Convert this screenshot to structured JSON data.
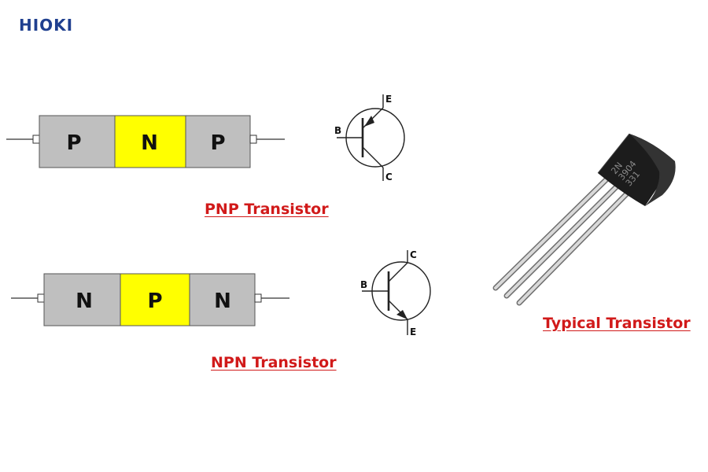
{
  "logo": "HIOKI",
  "pnp": {
    "layers": [
      "P",
      "N",
      "P"
    ],
    "pins": {
      "base": "B",
      "emitter": "E",
      "collector": "C"
    },
    "caption": "PNP Transistor"
  },
  "npn": {
    "layers": [
      "N",
      "P",
      "N"
    ],
    "pins": {
      "base": "B",
      "emitter": "E",
      "collector": "C"
    },
    "caption": "NPN Transistor"
  },
  "package": {
    "marking": [
      "2N",
      "3904",
      "331"
    ],
    "caption": "Typical Transistor"
  },
  "colors": {
    "p_layer_gray": "#bfbfbf",
    "yellow_layer": "#ffff00",
    "caption_red": "#d11a1a",
    "logo_blue": "#1f3f8f"
  }
}
